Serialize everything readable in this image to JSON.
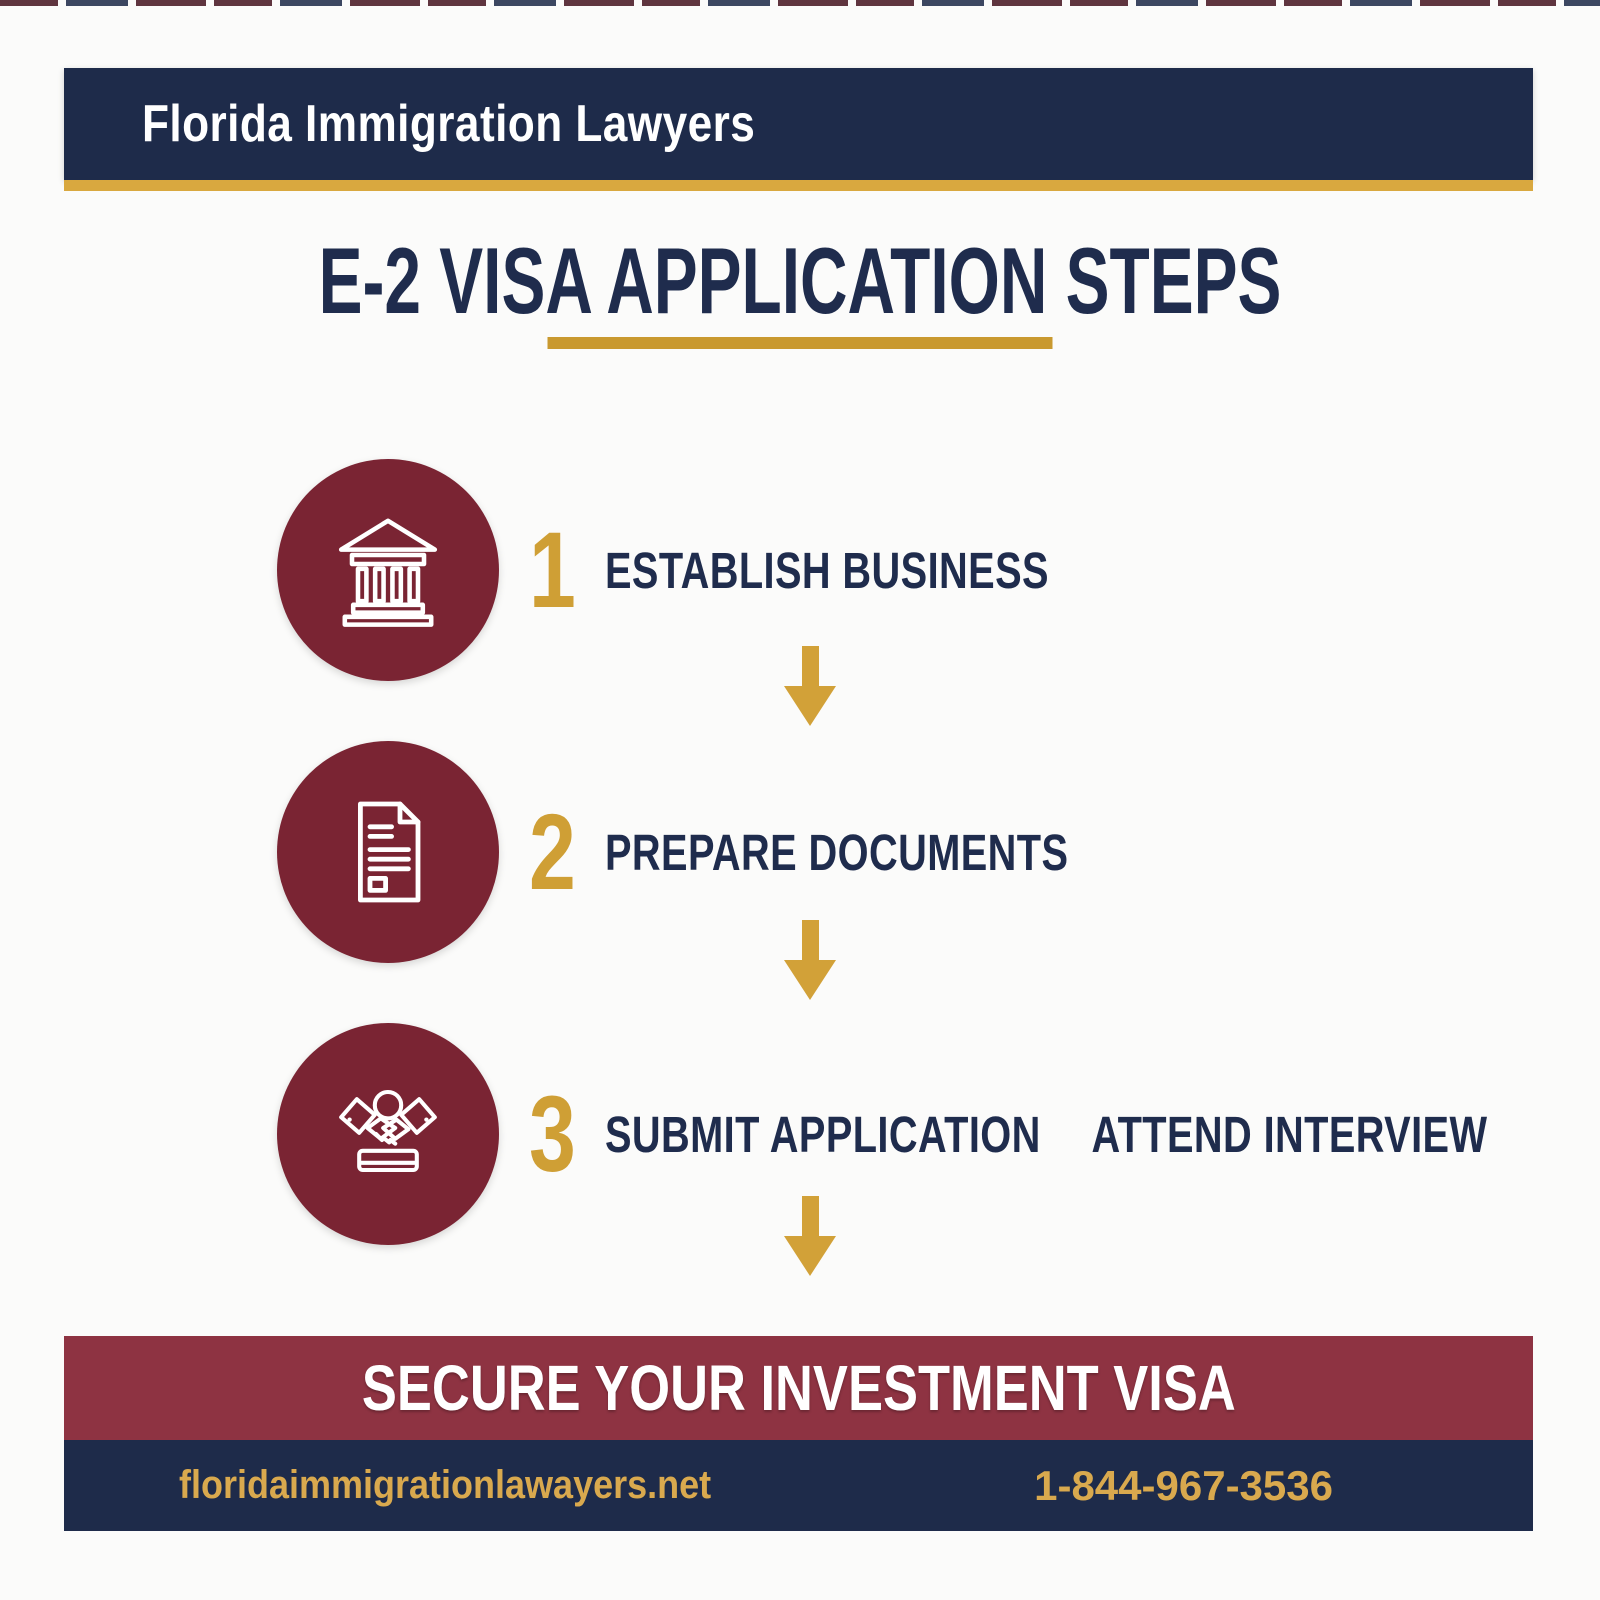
{
  "colors": {
    "navy": "#1e2b4a",
    "circle_maroon": "#7a2433",
    "banner_maroon": "#8e3342",
    "gold": "#d2a138",
    "title_navy": "#1f2c4d",
    "footer_gold": "#d9a94e"
  },
  "header": {
    "brand": "Florida Immigration Lawyers"
  },
  "title": {
    "text": "E-2 VISA APPLICATION STEPS"
  },
  "steps": [
    {
      "number": "1",
      "icon": "bank-icon",
      "title": "ESTABLISH BUSINESS",
      "title2": ""
    },
    {
      "number": "2",
      "icon": "document-icon",
      "title": "PREPARE DOCUMENTS",
      "title2": ""
    },
    {
      "number": "3",
      "icon": "handshake-icon",
      "title": "SUBMIT APPLICATION",
      "title2": "ATTEND INTERVIEW"
    }
  ],
  "connectors": {
    "icon": "down-arrow-icon",
    "count": 3
  },
  "banner": {
    "text": "SECURE YOUR INVESTMENT VISA"
  },
  "footer": {
    "website": "floridaimmigrationlawayers.net",
    "phone": "1-844-967-3536"
  }
}
